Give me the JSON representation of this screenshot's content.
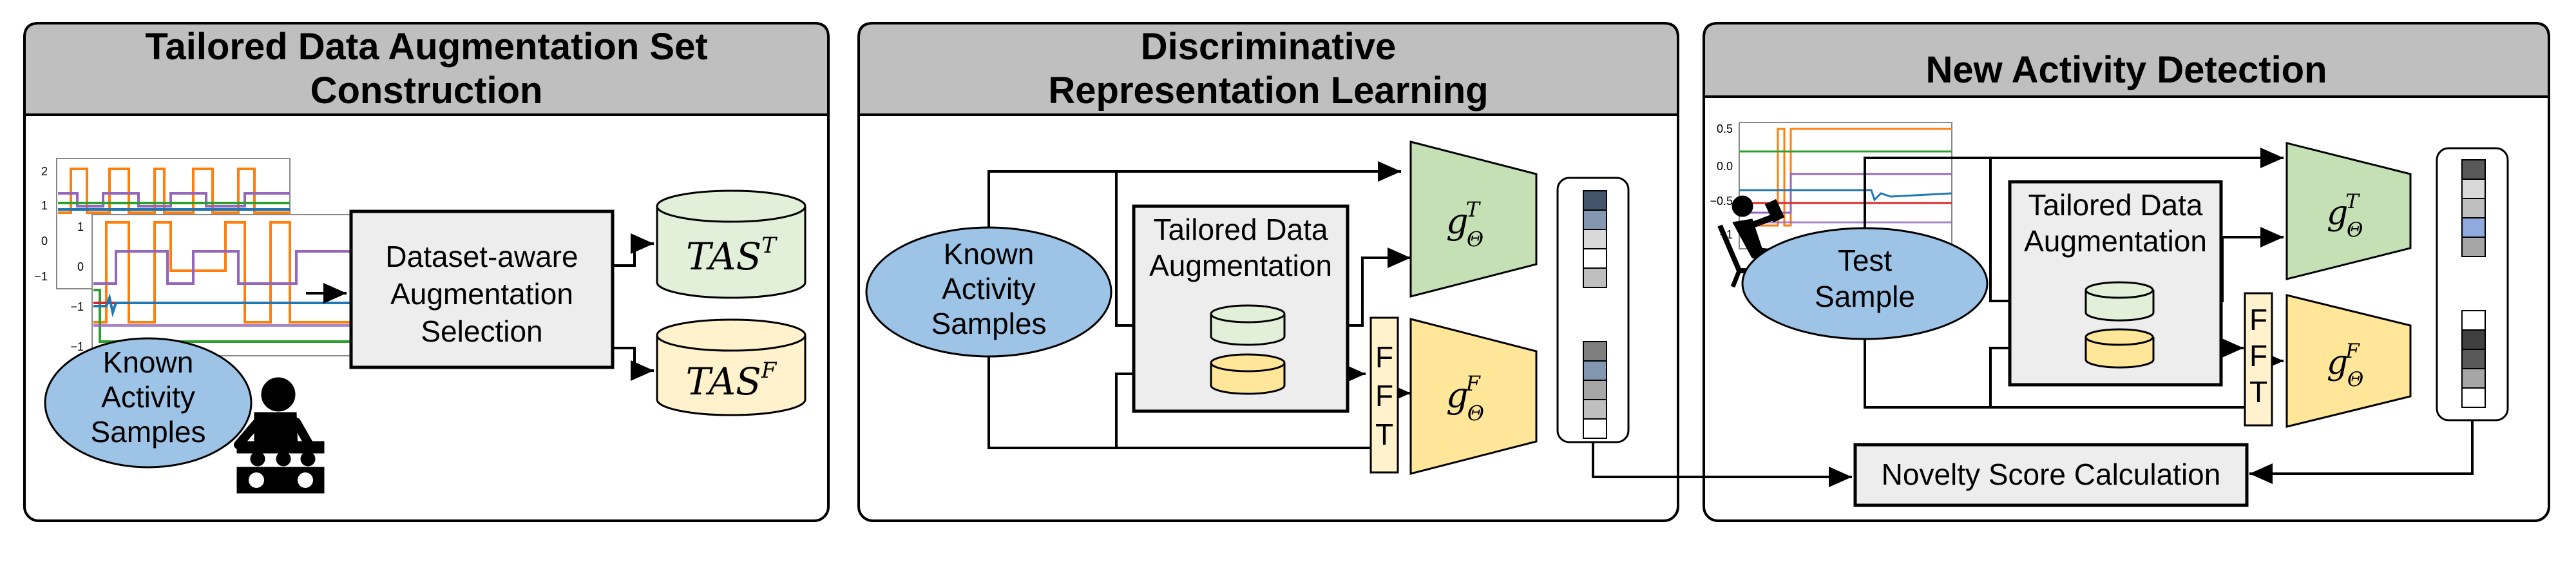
{
  "panels": {
    "tas_construction": {
      "title_line1": "Tailored Data Augmentation Set",
      "title_line2": "Construction",
      "known_line1": "Known",
      "known_line2": "Activity",
      "known_line3": "Samples",
      "selection_line1": "Dataset-aware",
      "selection_line2": "Augmentation",
      "selection_line3": "Selection",
      "tas_t_base": "TAS",
      "tas_t_sup": "T",
      "tas_f_base": "TAS",
      "tas_f_sup": "F",
      "plot_ticks_back": [
        "2",
        "1",
        "0",
        "−1"
      ],
      "plot_ticks_front": [
        "1",
        "0",
        "−1",
        "−1"
      ]
    },
    "representation_learning": {
      "title_line1": "Discriminative",
      "title_line2": "Representation Learning",
      "known_line1": "Known",
      "known_line2": "Activity",
      "known_line3": "Samples",
      "augmentation_line1": "Tailored Data",
      "augmentation_line2": "Augmentation",
      "fft": [
        "F",
        "F",
        "T"
      ],
      "encoder_t": {
        "base": "g",
        "sub": "Θ",
        "sup": "T"
      },
      "encoder_f": {
        "base": "g",
        "sub": "Θ",
        "sup": "F"
      }
    },
    "new_activity_detection": {
      "title": "New Activity Detection",
      "test_line1": "Test",
      "test_line2": "Sample",
      "augmentation_line1": "Tailored Data",
      "augmentation_line2": "Augmentation",
      "fft": [
        "F",
        "F",
        "T"
      ],
      "encoder_t": {
        "base": "g",
        "sub": "Θ",
        "sup": "T"
      },
      "encoder_f": {
        "base": "g",
        "sub": "Θ",
        "sup": "F"
      },
      "novelty_label": "Novelty Score Calculation",
      "plot_ticks": [
        "0.5",
        "0.0",
        "−0.5",
        "−1"
      ]
    }
  },
  "colors": {
    "header_fill": "#bfbfbf",
    "sample_ellipse": "#9dc3e6",
    "tas_t_fill": "#e2f0d9",
    "tas_f_fill": "#fff2cc",
    "encoder_t_fill": "#c5e0b4",
    "encoder_f_fill": "#ffe699",
    "fft_fill": "#fff2cc",
    "module_fill": "#ededed",
    "embedding_cells_t": [
      "#44546a",
      "#8497b0",
      "#d9d9d9",
      "#ffffff",
      "#bfbfbf"
    ],
    "embedding_cells_f": [
      "#7f7f7f",
      "#8497b0",
      "#a6a6a6",
      "#bfbfbf",
      "#ffffff"
    ],
    "test_embedding_cells_t": [
      "#595959",
      "#d9d9d9",
      "#bfbfbf",
      "#8faadc",
      "#a6a6a6"
    ],
    "test_embedding_cells_f": [
      "#ffffff",
      "#404040",
      "#595959",
      "#a6a6a6",
      "#ffffff"
    ],
    "signal_lines": [
      "#ff7f0e",
      "#9467bd",
      "#2ca02c",
      "#d62728",
      "#1f77b4"
    ]
  },
  "icons": [
    "dj-person-icon",
    "sitting-reader-icon",
    "cylinder-icon",
    "arrow-icon"
  ]
}
